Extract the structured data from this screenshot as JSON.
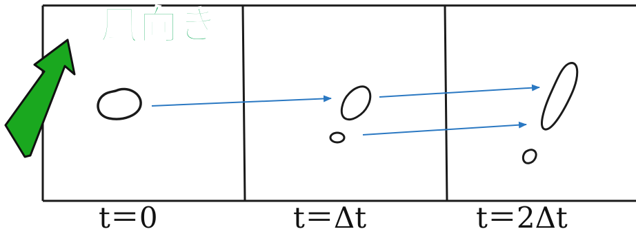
{
  "title": "風向き",
  "colors": {
    "title": "#00a650",
    "arrow_fill": "#1aa81f",
    "arrow_stroke": "#111111",
    "track_arrow": "#2a78c2",
    "frame": "#1a1a1a"
  },
  "icons": {
    "wind_arrow": "wind-direction-arrow-icon"
  },
  "panels": [
    {
      "label": "t＝0"
    },
    {
      "label": "t＝Δt"
    },
    {
      "label": "t＝2Δt"
    }
  ]
}
